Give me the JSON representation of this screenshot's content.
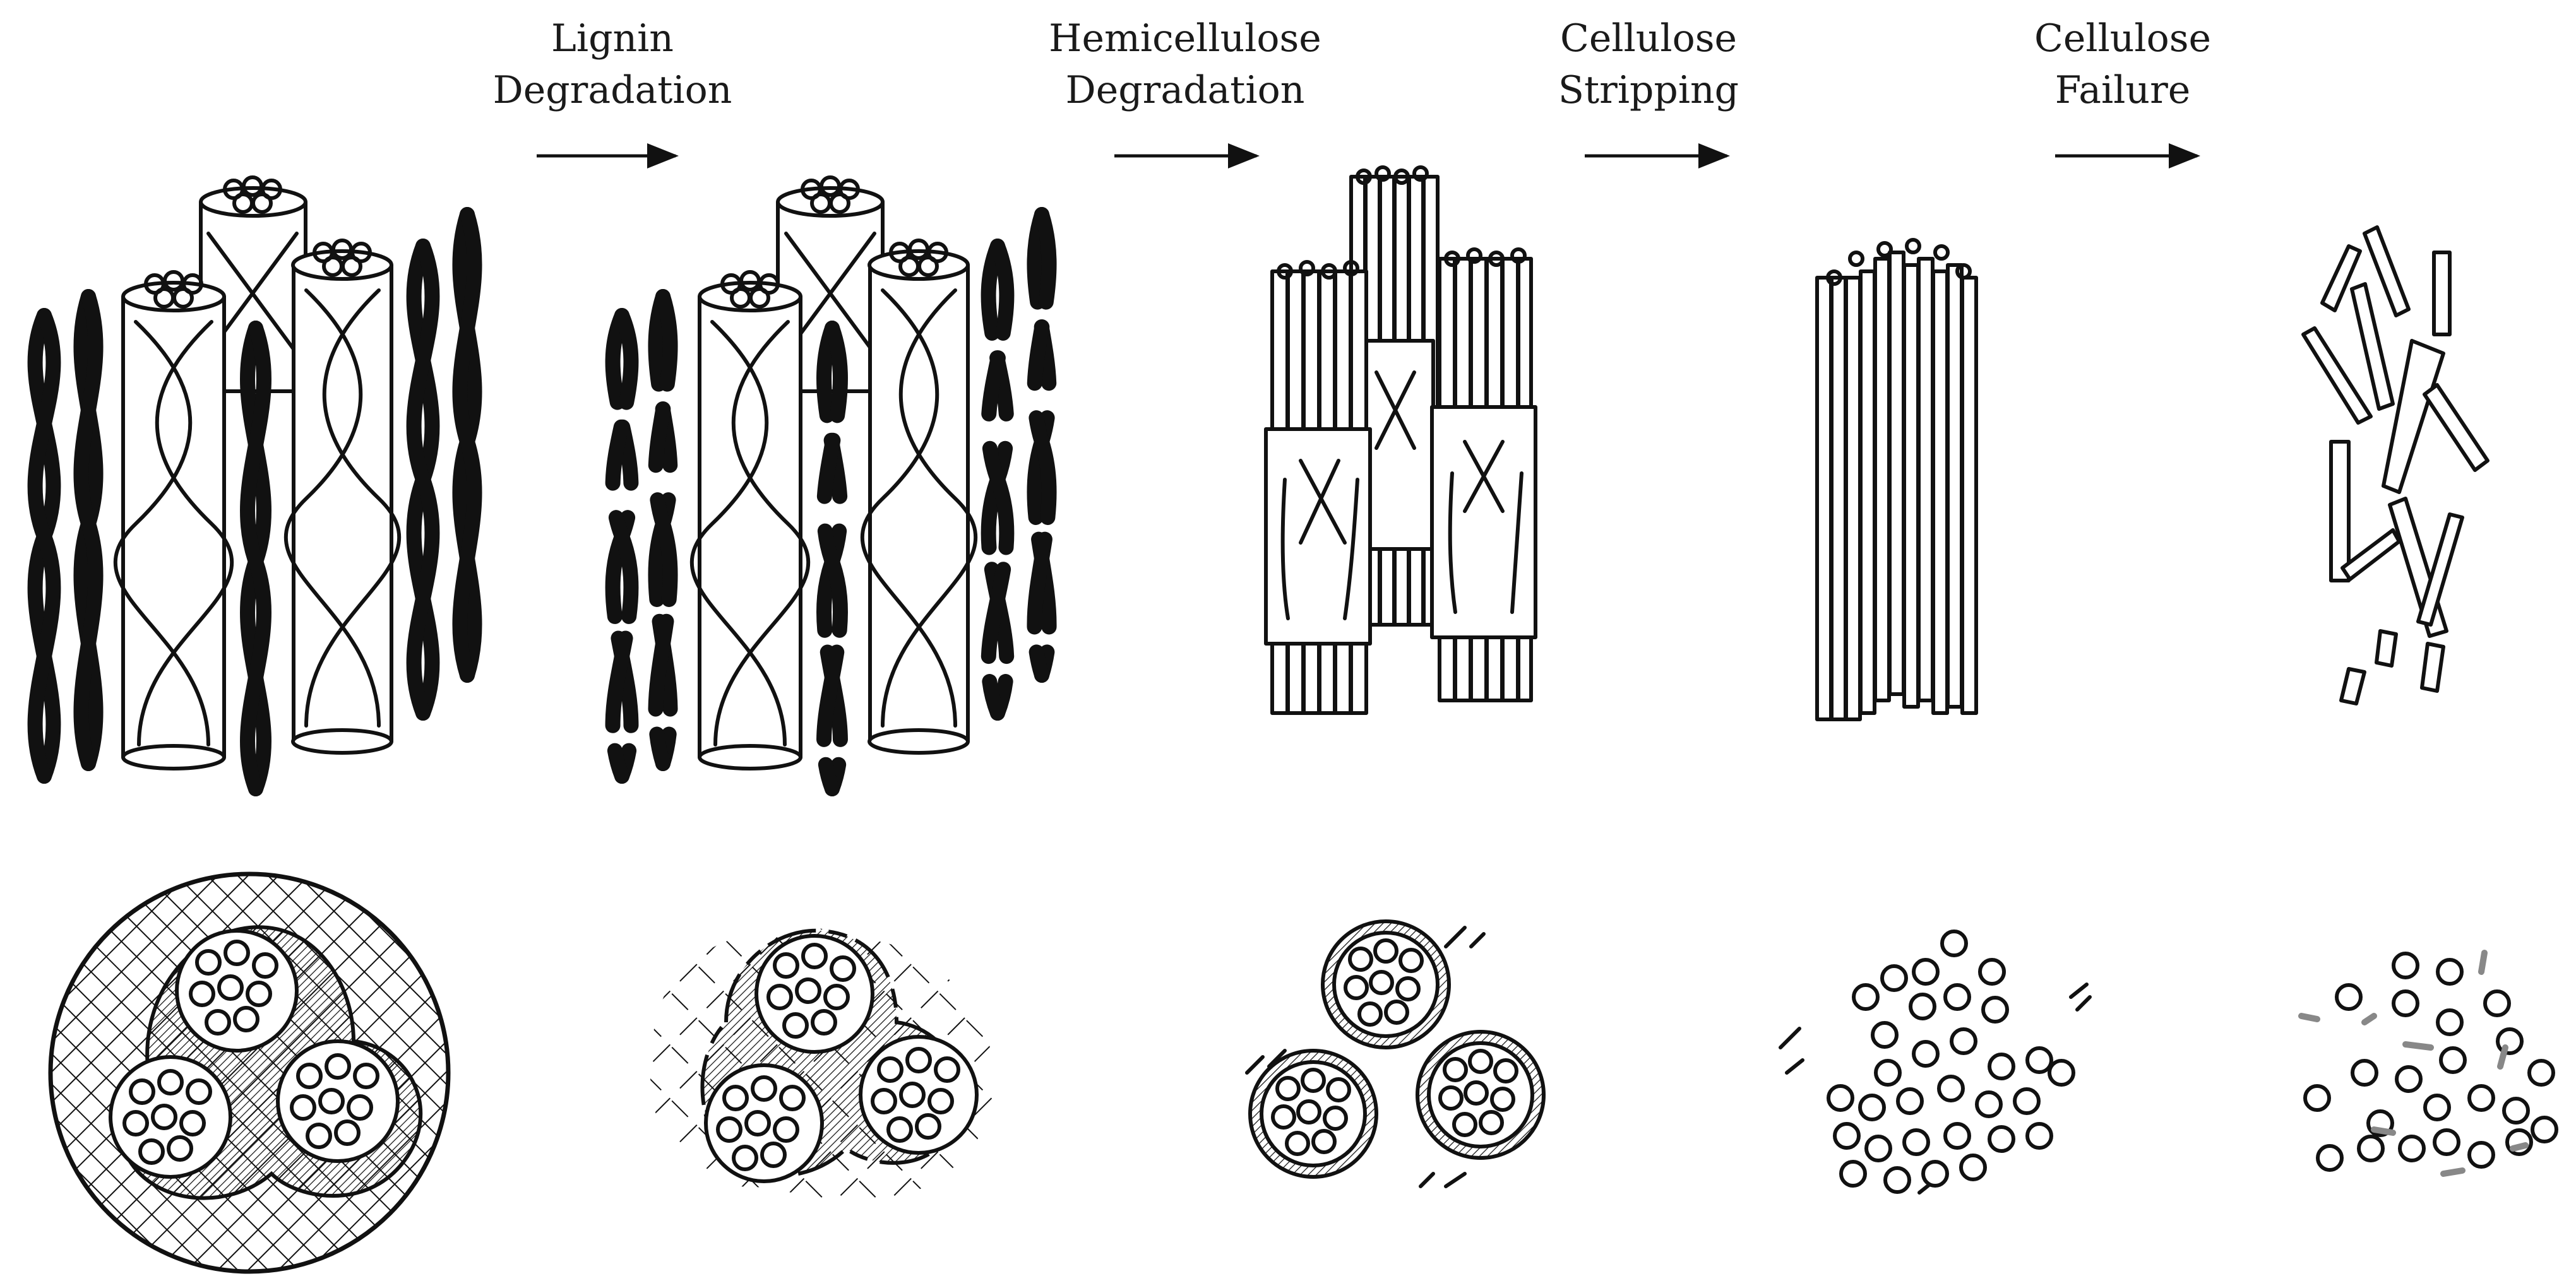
{
  "steps": [
    {
      "line1": "Lignin",
      "line2": "Degradation"
    },
    {
      "line1": "Hemicellulose",
      "line2": "Degradation"
    },
    {
      "line1": "Cellulose",
      "line2": "Stripping"
    },
    {
      "line1": "Cellulose",
      "line2": "Failure"
    }
  ],
  "stages": [
    "intact-fiber",
    "lignin-degraded",
    "hemicellulose-degraded",
    "cellulose-stripped",
    "cellulose-failed"
  ],
  "icons": [
    "arrow-right-icon"
  ],
  "colors": {
    "ink": "#111111",
    "background": "#ffffff",
    "debris": "#888888"
  }
}
